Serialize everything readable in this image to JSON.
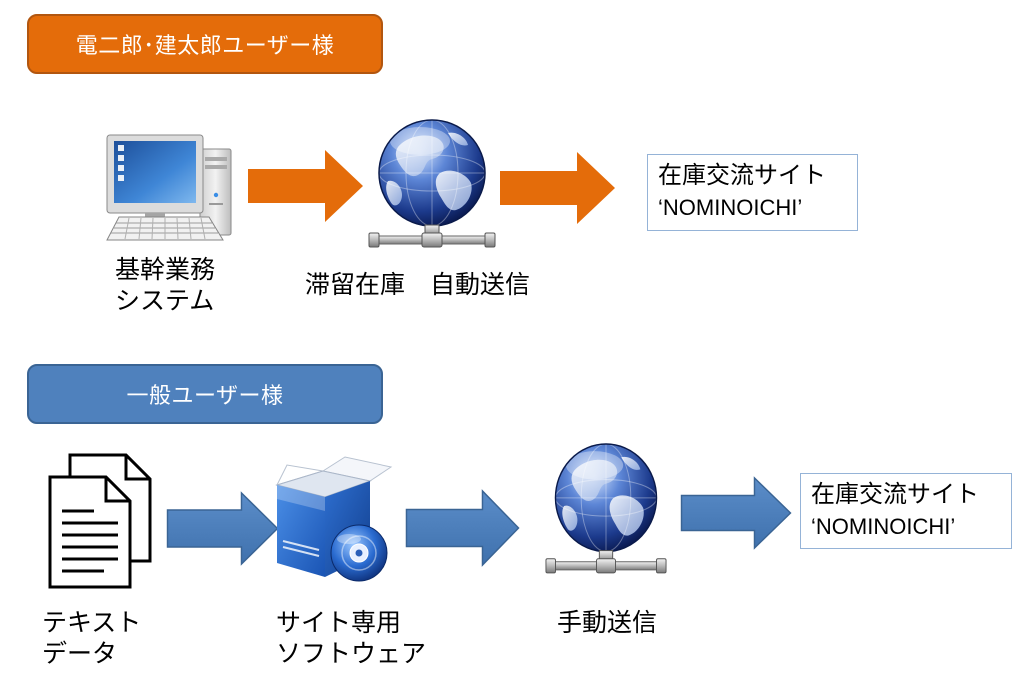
{
  "colors": {
    "orange": "#E46C0A",
    "blue": "#4F81BD",
    "site_box_border": "#95B3D7"
  },
  "group_pro": {
    "header": "電二郎･建太郎ユーザー様",
    "steps": [
      {
        "icon": "computer-icon",
        "label_lines": [
          "基幹業務",
          "システム"
        ]
      },
      {
        "icon": "globe-server-icon",
        "label": "滞留在庫　自動送信"
      }
    ],
    "destination": {
      "title": "在庫交流サイト",
      "subtitle": "‘NOMINOICHI’"
    }
  },
  "group_general": {
    "header": "一般ユーザー様",
    "steps": [
      {
        "icon": "document-icon",
        "label_lines": [
          "テキスト",
          "データ"
        ]
      },
      {
        "icon": "software-box-icon",
        "label_lines": [
          "サイト専用",
          "ソフトウェア"
        ]
      },
      {
        "icon": "globe-server-icon",
        "label": "手動送信"
      }
    ],
    "destination": {
      "title": "在庫交流サイト",
      "subtitle": "‘NOMINOICHI’"
    }
  }
}
